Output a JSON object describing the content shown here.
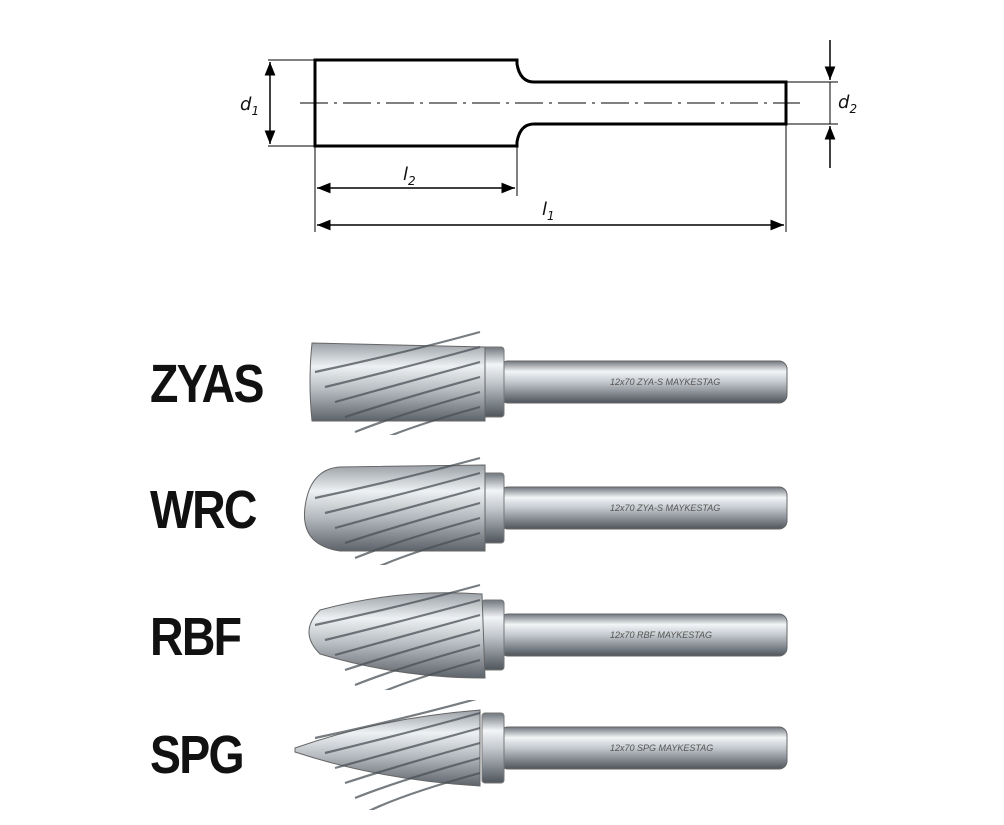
{
  "drawing": {
    "labels": {
      "d1": {
        "main": "d",
        "sub": "1"
      },
      "d2": {
        "main": "d",
        "sub": "2"
      },
      "l1": {
        "main": "l",
        "sub": "1"
      },
      "l2": {
        "main": "l",
        "sub": "2"
      }
    }
  },
  "products": [
    {
      "code": "ZYAS",
      "engraving": "12x70 ZYA-S",
      "brand": "MAYKESTAG",
      "head_shape": "cylinder-flat"
    },
    {
      "code": "WRC",
      "engraving": "12x70 ZYA-S",
      "brand": "MAYKESTAG",
      "head_shape": "cylinder-radius"
    },
    {
      "code": "RBF",
      "engraving": "12x70 RBF",
      "brand": "MAYKESTAG",
      "head_shape": "tree-radius"
    },
    {
      "code": "SPG",
      "engraving": "12x70 SPG",
      "brand": "MAYKESTAG",
      "head_shape": "tree-pointed"
    }
  ],
  "colors": {
    "line": "#000000",
    "steel_light": "#e9ecef",
    "steel_dark": "#8b9198"
  }
}
